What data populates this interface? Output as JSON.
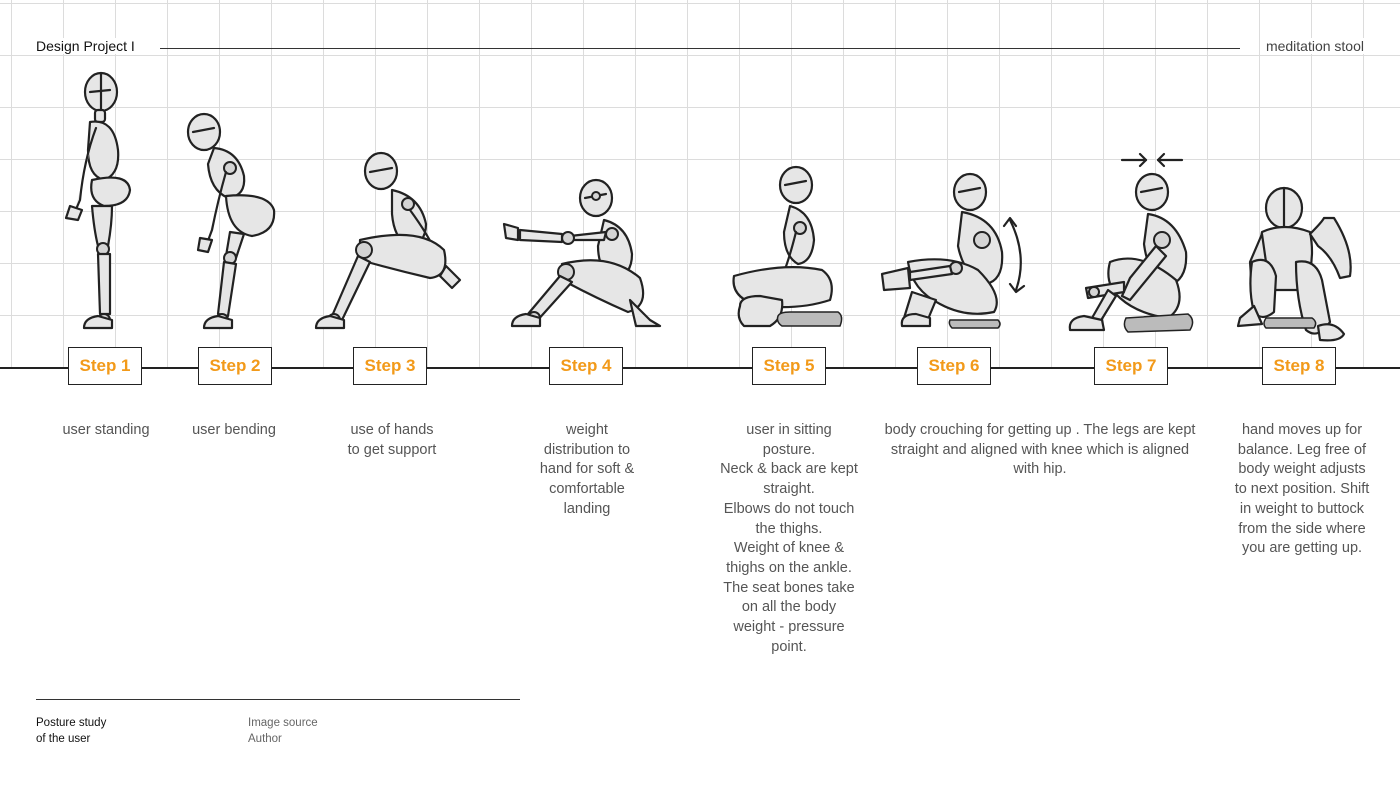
{
  "header": {
    "title": "Design Project I",
    "right_label": "meditation stool"
  },
  "colors": {
    "accent": "#f29a1a",
    "figure_fill": "#e6e6e6",
    "line": "#222222"
  },
  "steps": [
    {
      "label": "Step 1",
      "description": "user standing"
    },
    {
      "label": "Step 2",
      "description": "user  bending"
    },
    {
      "label": "Step 3",
      "description": "use of hands\nto get support"
    },
    {
      "label": "Step 4",
      "description": "weight\ndistribution to\nhand for soft &\ncomfortable\nlanding"
    },
    {
      "label": "Step 5",
      "description": "user in sitting\nposture.\nNeck & back are kept\nstraight.\nElbows do not touch\nthe thighs.\nWeight of knee &\nthighs on the ankle.\nThe seat bones take\non all the body\nweight - pressure\npoint."
    },
    {
      "label": "Step 6",
      "description": "body crouching for getting up . The legs are kept straight and aligned with knee which is aligned with hip."
    },
    {
      "label": "Step 7",
      "description": ""
    },
    {
      "label": "Step 8",
      "description": "hand moves up for\nbalance. Leg free of\nbody weight adjusts\nto next position. Shift\nin weight to buttock\nfrom the side where\nyou are getting up."
    }
  ],
  "footer": {
    "caption": "Posture study\nof the user",
    "source": "Image source\nAuthor"
  }
}
